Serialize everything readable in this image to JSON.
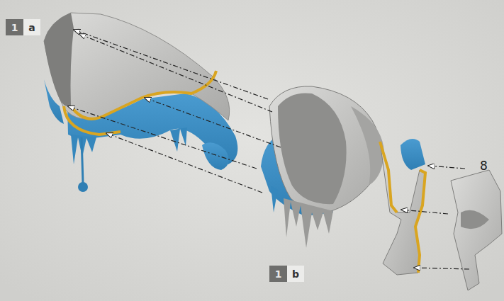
{
  "diagram": {
    "nodes": [
      {
        "text": [
          "1"
        ]
      },
      {
        "text": [
          "a"
        ]
      },
      {
        "text": [
          "1"
        ]
      },
      {
        "text": [
          "b"
        ]
      }
    ],
    "labels": [
      "8"
    ]
  }
}
